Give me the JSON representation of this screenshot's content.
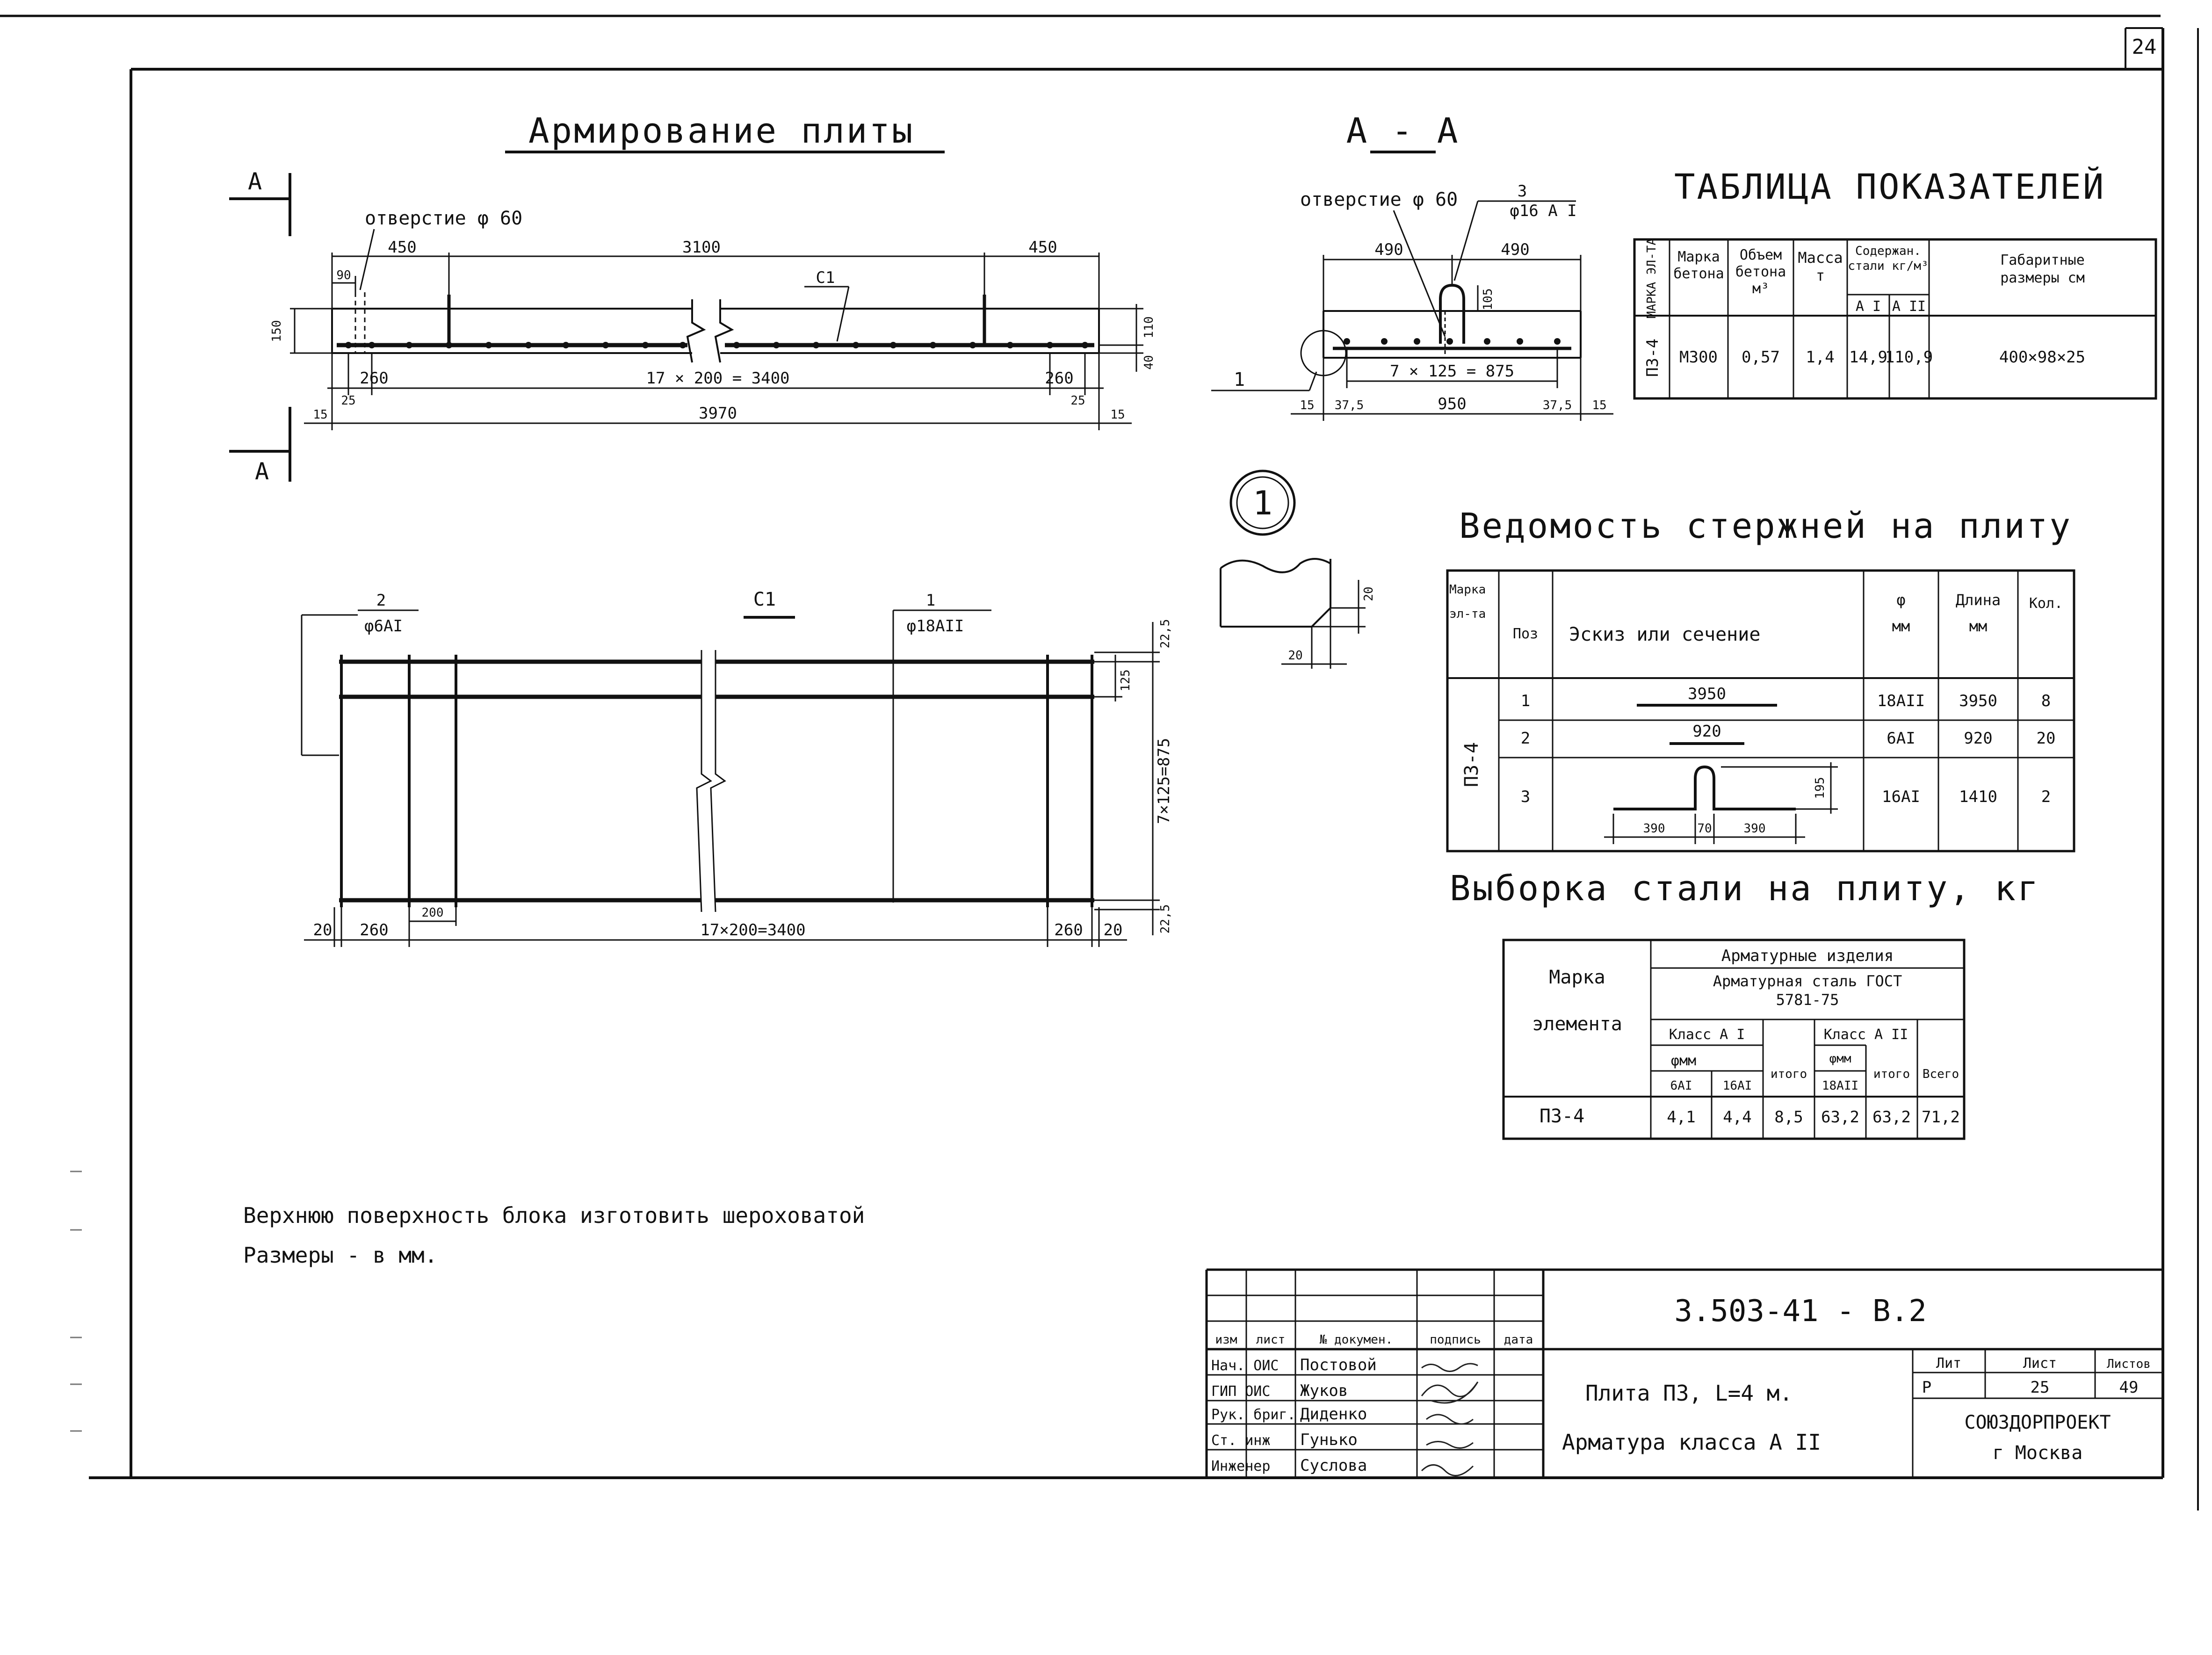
{
  "page_number": "24",
  "main_title": "Армирование плиты",
  "section_aa": {
    "title": "А - А",
    "hole_label": "отверстие φ 60",
    "bar_label_num": "3",
    "bar_label_spec": "φ16 А I",
    "dim_490_left": "490",
    "dim_490_right": "490",
    "dim_105": "105",
    "dim_7x125": "7 × 125 = 875",
    "dim_15_left": "15",
    "dim_37_5_left": "37,5",
    "dim_950": "950",
    "dim_37_5_right": "37,5",
    "dim_15_right": "15",
    "callout_1": "1"
  },
  "plan": {
    "section_marker": "А",
    "hole_label": "отверстие φ 60",
    "dim_90": "90",
    "dim_450_left": "450",
    "dim_3100": "3100",
    "dim_450_right": "450",
    "mesh_label": "С1",
    "dim_150": "150",
    "dim_110": "110",
    "dim_40": "40",
    "dim_260_left": "260",
    "dim_17x200": "17 × 200 = 3400",
    "dim_260_right": "260",
    "dim_25_left": "25",
    "dim_25_right": "25",
    "dim_3970": "3970",
    "dim_15_left": "15",
    "dim_15_right": "15"
  },
  "mesh_c1": {
    "title": "С1",
    "bar2_num": "2",
    "bar2_spec": "φ6АI",
    "bar1_num": "1",
    "bar1_spec": "φ18АII",
    "dim_22_5_top": "22,5",
    "dim_125": "125",
    "dim_7x125": "7×125=875",
    "dim_22_5_bottom": "22,5",
    "dim_200": "200",
    "dim_20_left": "20",
    "dim_260_left": "260",
    "dim_17x200": "17×200=3400",
    "dim_260_right": "260",
    "dim_20_right": "20"
  },
  "detail_1": {
    "callout": "1",
    "dim_20_v": "20",
    "dim_20_h": "20"
  },
  "indicators_table": {
    "title": "ТАБЛИЦА  ПОКАЗАТЕЛЕЙ",
    "headers": {
      "mark": "МАРКА ЭЛ-ТА",
      "concrete": "Марка бетона",
      "volume": "Объем бетона м³",
      "mass": "Масса т",
      "steel_content": "Содержан. стали кг/м³",
      "steel_ai": "А I",
      "steel_aii": "А II",
      "dims": "Габаритные размеры см"
    },
    "row": {
      "mark": "П3-4",
      "concrete": "М300",
      "volume": "0,57",
      "mass": "1,4",
      "steel_ai": "14,9",
      "steel_aii": "110,9",
      "dims": "400×98×25"
    }
  },
  "bars_table": {
    "title": "Ведомость  стержней  на  плиту",
    "headers": {
      "mark": "Марка эл-та",
      "pos": "Поз",
      "sketch": "Эскиз или сечение",
      "diameter": "φ мм",
      "length": "Длина мм",
      "qty": "Кол."
    },
    "mark": "П3-4",
    "rows": [
      {
        "pos": "1",
        "sketch_label": "3950",
        "diameter": "18АII",
        "length": "3950",
        "qty": "8"
      },
      {
        "pos": "2",
        "sketch_label": "920",
        "diameter": "6АI",
        "length": "920",
        "qty": "20"
      },
      {
        "pos": "3",
        "sketch_label": "",
        "diameter": "16АI",
        "length": "1410",
        "qty": "2"
      }
    ],
    "pos3_dims": {
      "left": "390",
      "mid": "70",
      "right": "390",
      "height": "195"
    }
  },
  "steel_table": {
    "title": "Выборка  стали  на  плиту, кг",
    "headers": {
      "element_mark": "Марка элемента",
      "products": "Арматурные изделия",
      "steel": "Арматурная сталь ГОСТ 5781-75",
      "class_ai": "Класс А I",
      "class_aii": "Класс А II",
      "dia_mm": "φмм",
      "dia_mm_2": "φмм",
      "d6": "6АI",
      "d16": "16АI",
      "total": "итого",
      "d18": "18АII",
      "total2": "итого",
      "grand": "Всего"
    },
    "row": {
      "mark": "П3-4",
      "d6": "4,1",
      "d16": "4,4",
      "total": "8,5",
      "d18": "63,2",
      "total2": "63,2",
      "grand": "71,2"
    }
  },
  "notes": [
    "Верхнюю поверхность блока изготовить шероховатой",
    "Размеры - в мм."
  ],
  "title_block": {
    "doc_code": "3.503-41 - В.2",
    "col_headers": [
      "изм",
      "лист",
      "№ докумен.",
      "подпись",
      "дата"
    ],
    "roles": [
      "Нач. ОИС",
      "ГИП ОИС",
      "Рук. бриг.",
      "Ст. инж",
      "Инженер"
    ],
    "names": [
      "Постовой",
      "Жуков",
      "Диденко",
      "Гунько",
      "Суслова"
    ],
    "item_title_1": "Плита   П3, L=4 м.",
    "item_title_2": "Арматура  класса  А II",
    "stage_label": "Лит",
    "sheet_label": "Лист",
    "sheets_label": "Листов",
    "stage_value": "Р",
    "sheet_value": "25",
    "sheets_value": "49",
    "org_1": "СОЮЗДОРПРОЕКТ",
    "org_2": "г Москва"
  }
}
